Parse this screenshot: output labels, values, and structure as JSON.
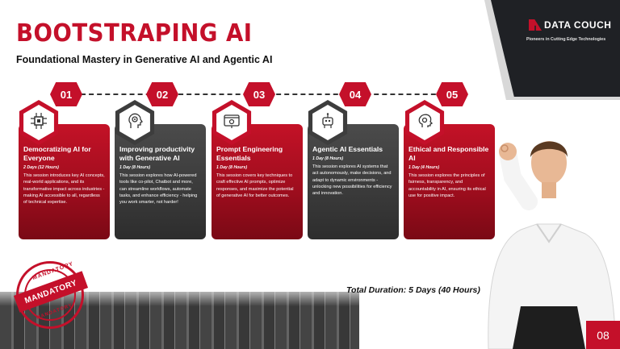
{
  "header": {
    "title": "BOOTSTRAPING AI",
    "subtitle": "Foundational Mastery in Generative AI and Agentic AI"
  },
  "brand": {
    "name": "DATA COUCH",
    "tagline": "Pioneers in Cutting Edge Technologies"
  },
  "modules": [
    {
      "step": "01",
      "title": "Democratizing AI for Everyone",
      "duration": "2 Days (12 Hours)",
      "description": "This session introduces key AI concepts, real-world applications, and its transformative impact across industries - making AI accessible to all, regardless of technical expertise.",
      "icon": "cpu-chip-icon"
    },
    {
      "step": "02",
      "title": "Improving productivity with Generative AI",
      "duration": "1 Day (8 Hours)",
      "description": "This session explores how AI-powered tools like co-pilot, Chatbot and more, can streamline workflows, automate tasks, and enhance efficiency - helping you work smarter, not harder!",
      "icon": "gears-head-icon"
    },
    {
      "step": "03",
      "title": "Prompt Engineering Essentials",
      "duration": "1 Day (8 Hours)",
      "description": "This session covers key techniques to craft effective AI prompts, optimize responses, and maximize the potential of generative AI for better outcomes.",
      "icon": "prompt-window-icon"
    },
    {
      "step": "04",
      "title": "Agentic AI Essentials",
      "duration": "1 Day (8 Hours)",
      "description": "This session explores AI systems that act autonomously, make decisions, and adapt to dynamic environments - unlocking new possibilities for efficiency and innovation.",
      "icon": "robot-agent-icon"
    },
    {
      "step": "05",
      "title": "Ethical and Responsible AI",
      "duration": "1 Day (4 Hours)",
      "description": "This session explores the principles of fairness, transparency, and accountability in AI, ensuring its ethical use for positive impact.",
      "icon": "brain-gear-icon"
    }
  ],
  "total_duration": "Total Duration: 5 Days (40 Hours)",
  "stamp": {
    "label": "MANDATORY"
  },
  "page_number": "08",
  "colors": {
    "accent": "#c4102a",
    "dark_card": "#3d3d3d",
    "corner": "#1f2125"
  }
}
